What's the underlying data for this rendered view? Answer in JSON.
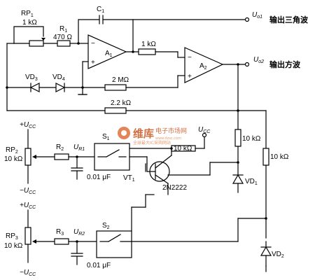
{
  "labels": {
    "rp1": "RP",
    "rp1_sub": "1",
    "rp1_val": "1 kΩ",
    "r1": "R",
    "r1_sub": "1",
    "r1_val": "470 Ω",
    "c1": "C",
    "c1_sub": "1",
    "a1": "A",
    "a1_sub": "1",
    "a2": "A",
    "a2_sub": "2",
    "r_a1a2": "1 kΩ",
    "vd3": "VD",
    "vd3_sub": "3",
    "vd4": "VD",
    "vd4_sub": "4",
    "r_2m": "2 MΩ",
    "r_22k": "2.2 kΩ",
    "uo1": "U",
    "uo1_sub": "o1",
    "uo2": "U",
    "uo2_sub": "o2",
    "out_triangle": "输出三角波",
    "out_square": "输出方波",
    "ucc_top": "+U",
    "ucc_top_sub": "CC",
    "ucc_top_neg": "−U",
    "ucc_top_neg_sub": "CC",
    "rp2": "RP",
    "rp2_sub": "2",
    "rp2_val": "10 kΩ",
    "r2": "R",
    "r2_sub": "2",
    "ur1": "U",
    "ur1_sub": "R1",
    "cap1_val": "0.01 μF",
    "s1": "S",
    "s1_sub": "1",
    "ucc_s1": "U",
    "ucc_s1_sub": "CC",
    "r_10k_s1": "10 kΩ",
    "vt1": "VT",
    "vt1_sub": "1",
    "transistor": "2N2222",
    "r_10k_a": "10 kΩ",
    "r_10k_b": "10 kΩ",
    "vd1": "VD",
    "vd1_sub": "1",
    "ucc_bot": "+U",
    "ucc_bot_sub": "CC",
    "ucc_bot_neg": "−U",
    "ucc_bot_neg_sub": "CC",
    "rp3": "RP",
    "rp3_sub": "3",
    "rp3_val": "10 kΩ",
    "r3": "R",
    "r3_sub": "3",
    "ur2": "U",
    "ur2_sub": "R2",
    "cap2_val": "0.01 μF",
    "s2": "S",
    "s2_sub": "2",
    "vd2": "VD",
    "vd2_sub": "2",
    "wm_brand": "维库",
    "wm_brand2": "电子市场网",
    "wm_url": "www.dzsc.com",
    "wm_tag": "全球最大IC采购网站",
    "op_minus": "−",
    "op_plus": "+"
  },
  "colors": {
    "wire": "#000000",
    "watermark": "#c8561f"
  }
}
